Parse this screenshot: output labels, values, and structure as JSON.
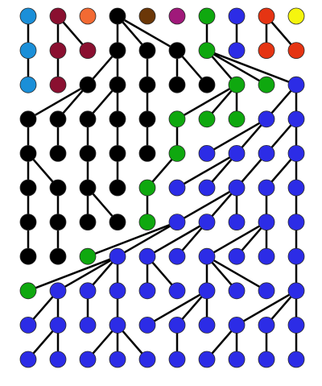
{
  "palette": {
    "lightblue": "#1b8fd8",
    "maroon": "#8a1030",
    "orange": "#f36a33",
    "black": "#000000",
    "brown": "#6b3708",
    "purple": "#a0197a",
    "green": "#0fa80f",
    "blue": "#2c2ce6",
    "red": "#e53413",
    "yellow": "#f5f50e"
  },
  "rows": [
    [
      "lightblue",
      "maroon",
      "orange",
      "black",
      "brown",
      "purple",
      "green",
      "blue",
      "red",
      "yellow"
    ],
    [
      "lightblue",
      "maroon",
      "maroon",
      "black",
      "black",
      "black",
      "green",
      "blue",
      "red",
      "red"
    ],
    [
      "lightblue",
      "maroon",
      "black",
      "black",
      "black",
      "black",
      "black",
      "green",
      "green",
      "blue"
    ],
    [
      "black",
      "black",
      "black",
      "black",
      "black",
      "green",
      "green",
      "green",
      "blue",
      "blue"
    ],
    [
      "black",
      "black",
      "black",
      "black",
      "black",
      "green",
      "blue",
      "blue",
      "blue",
      "blue"
    ],
    [
      "black",
      "black",
      "black",
      "black",
      "green",
      "blue",
      "blue",
      "blue",
      "blue",
      "blue"
    ],
    [
      "black",
      "black",
      "black",
      "black",
      "green",
      "blue",
      "blue",
      "blue",
      "blue",
      "blue"
    ],
    [
      "black",
      "black",
      "green",
      "blue",
      "blue",
      "blue",
      "blue",
      "blue",
      "blue",
      "blue"
    ],
    [
      "green",
      "blue",
      "blue",
      "blue",
      "blue",
      "blue",
      "blue",
      "blue",
      "blue",
      "blue"
    ],
    [
      "blue",
      "blue",
      "blue",
      "blue",
      "blue",
      "blue",
      "blue",
      "blue",
      "blue",
      "blue"
    ],
    [
      "blue",
      "blue",
      "blue",
      "blue",
      "blue",
      "blue",
      "blue",
      "blue",
      "blue",
      "blue"
    ]
  ],
  "edges": [
    [
      [
        0,
        0
      ],
      [
        1,
        0
      ]
    ],
    [
      [
        0,
        1
      ],
      [
        1,
        1
      ]
    ],
    [
      [
        0,
        1
      ],
      [
        1,
        2
      ]
    ],
    [
      [
        0,
        3
      ],
      [
        1,
        3
      ]
    ],
    [
      [
        0,
        3
      ],
      [
        1,
        4
      ]
    ],
    [
      [
        0,
        3
      ],
      [
        1,
        5
      ]
    ],
    [
      [
        0,
        6
      ],
      [
        1,
        6
      ]
    ],
    [
      [
        0,
        7
      ],
      [
        1,
        7
      ]
    ],
    [
      [
        0,
        8
      ],
      [
        1,
        8
      ]
    ],
    [
      [
        0,
        8
      ],
      [
        1,
        9
      ]
    ],
    [
      [
        1,
        0
      ],
      [
        2,
        0
      ]
    ],
    [
      [
        1,
        1
      ],
      [
        2,
        1
      ]
    ],
    [
      [
        1,
        3
      ],
      [
        2,
        2
      ]
    ],
    [
      [
        1,
        3
      ],
      [
        2,
        3
      ]
    ],
    [
      [
        1,
        4
      ],
      [
        2,
        4
      ]
    ],
    [
      [
        1,
        5
      ],
      [
        2,
        5
      ]
    ],
    [
      [
        1,
        5
      ],
      [
        2,
        6
      ]
    ],
    [
      [
        1,
        6
      ],
      [
        2,
        7
      ]
    ],
    [
      [
        1,
        6
      ],
      [
        2,
        8
      ]
    ],
    [
      [
        1,
        6
      ],
      [
        2,
        9
      ]
    ],
    [
      [
        2,
        2
      ],
      [
        3,
        0
      ]
    ],
    [
      [
        2,
        2
      ],
      [
        3,
        1
      ]
    ],
    [
      [
        2,
        3
      ],
      [
        3,
        2
      ]
    ],
    [
      [
        2,
        3
      ],
      [
        3,
        3
      ]
    ],
    [
      [
        2,
        4
      ],
      [
        3,
        4
      ]
    ],
    [
      [
        2,
        7
      ],
      [
        3,
        5
      ]
    ],
    [
      [
        2,
        7
      ],
      [
        3,
        6
      ]
    ],
    [
      [
        2,
        7
      ],
      [
        3,
        7
      ]
    ],
    [
      [
        2,
        9
      ],
      [
        3,
        8
      ]
    ],
    [
      [
        2,
        9
      ],
      [
        3,
        9
      ]
    ],
    [
      [
        3,
        0
      ],
      [
        4,
        0
      ]
    ],
    [
      [
        3,
        1
      ],
      [
        4,
        1
      ]
    ],
    [
      [
        3,
        2
      ],
      [
        4,
        2
      ]
    ],
    [
      [
        3,
        3
      ],
      [
        4,
        3
      ]
    ],
    [
      [
        3,
        4
      ],
      [
        4,
        4
      ]
    ],
    [
      [
        3,
        5
      ],
      [
        4,
        5
      ]
    ],
    [
      [
        3,
        8
      ],
      [
        4,
        6
      ]
    ],
    [
      [
        3,
        8
      ],
      [
        4,
        7
      ]
    ],
    [
      [
        3,
        9
      ],
      [
        4,
        8
      ]
    ],
    [
      [
        3,
        9
      ],
      [
        4,
        9
      ]
    ],
    [
      [
        4,
        0
      ],
      [
        5,
        0
      ]
    ],
    [
      [
        4,
        0
      ],
      [
        5,
        1
      ]
    ],
    [
      [
        4,
        2
      ],
      [
        5,
        2
      ]
    ],
    [
      [
        4,
        3
      ],
      [
        5,
        3
      ]
    ],
    [
      [
        4,
        5
      ],
      [
        5,
        4
      ]
    ],
    [
      [
        4,
        7
      ],
      [
        5,
        5
      ]
    ],
    [
      [
        4,
        7
      ],
      [
        5,
        6
      ]
    ],
    [
      [
        4,
        8
      ],
      [
        5,
        7
      ]
    ],
    [
      [
        4,
        9
      ],
      [
        5,
        8
      ]
    ],
    [
      [
        4,
        9
      ],
      [
        5,
        9
      ]
    ],
    [
      [
        5,
        0
      ],
      [
        6,
        0
      ]
    ],
    [
      [
        5,
        1
      ],
      [
        6,
        1
      ]
    ],
    [
      [
        5,
        2
      ],
      [
        6,
        2
      ]
    ],
    [
      [
        5,
        2
      ],
      [
        6,
        3
      ]
    ],
    [
      [
        5,
        4
      ],
      [
        6,
        4
      ]
    ],
    [
      [
        5,
        7
      ],
      [
        6,
        5
      ]
    ],
    [
      [
        5,
        7
      ],
      [
        6,
        6
      ]
    ],
    [
      [
        5,
        7
      ],
      [
        6,
        7
      ]
    ],
    [
      [
        5,
        8
      ],
      [
        6,
        8
      ]
    ],
    [
      [
        5,
        9
      ],
      [
        6,
        9
      ]
    ],
    [
      [
        6,
        0
      ],
      [
        7,
        0
      ]
    ],
    [
      [
        6,
        1
      ],
      [
        7,
        1
      ]
    ],
    [
      [
        6,
        5
      ],
      [
        7,
        2
      ]
    ],
    [
      [
        6,
        5
      ],
      [
        7,
        3
      ]
    ],
    [
      [
        6,
        6
      ],
      [
        7,
        4
      ]
    ],
    [
      [
        6,
        6
      ],
      [
        7,
        5
      ]
    ],
    [
      [
        6,
        8
      ],
      [
        7,
        6
      ]
    ],
    [
      [
        6,
        8
      ],
      [
        7,
        7
      ]
    ],
    [
      [
        6,
        8
      ],
      [
        7,
        8
      ]
    ],
    [
      [
        6,
        9
      ],
      [
        7,
        9
      ]
    ],
    [
      [
        7,
        3
      ],
      [
        8,
        0
      ]
    ],
    [
      [
        7,
        3
      ],
      [
        8,
        1
      ]
    ],
    [
      [
        7,
        3
      ],
      [
        8,
        2
      ]
    ],
    [
      [
        7,
        3
      ],
      [
        8,
        3
      ]
    ],
    [
      [
        7,
        4
      ],
      [
        8,
        4
      ]
    ],
    [
      [
        7,
        4
      ],
      [
        8,
        5
      ]
    ],
    [
      [
        7,
        6
      ],
      [
        8,
        6
      ]
    ],
    [
      [
        7,
        6
      ],
      [
        8,
        7
      ]
    ],
    [
      [
        7,
        6
      ],
      [
        8,
        8
      ]
    ],
    [
      [
        7,
        9
      ],
      [
        8,
        9
      ]
    ],
    [
      [
        8,
        1
      ],
      [
        9,
        0
      ]
    ],
    [
      [
        8,
        1
      ],
      [
        9,
        1
      ]
    ],
    [
      [
        8,
        2
      ],
      [
        9,
        2
      ]
    ],
    [
      [
        8,
        3
      ],
      [
        9,
        3
      ]
    ],
    [
      [
        8,
        6
      ],
      [
        9,
        4
      ]
    ],
    [
      [
        8,
        6
      ],
      [
        9,
        5
      ]
    ],
    [
      [
        8,
        6
      ],
      [
        9,
        6
      ]
    ],
    [
      [
        8,
        9
      ],
      [
        9,
        7
      ]
    ],
    [
      [
        8,
        9
      ],
      [
        9,
        8
      ]
    ],
    [
      [
        8,
        9
      ],
      [
        9,
        9
      ]
    ],
    [
      [
        9,
        1
      ],
      [
        10,
        0
      ]
    ],
    [
      [
        9,
        1
      ],
      [
        10,
        1
      ]
    ],
    [
      [
        9,
        3
      ],
      [
        10,
        2
      ]
    ],
    [
      [
        9,
        3
      ],
      [
        10,
        3
      ]
    ],
    [
      [
        9,
        3
      ],
      [
        10,
        4
      ]
    ],
    [
      [
        9,
        5
      ],
      [
        10,
        5
      ]
    ],
    [
      [
        9,
        7
      ],
      [
        10,
        6
      ]
    ],
    [
      [
        9,
        7
      ],
      [
        10,
        7
      ]
    ],
    [
      [
        9,
        8
      ],
      [
        10,
        8
      ]
    ],
    [
      [
        9,
        9
      ],
      [
        10,
        9
      ]
    ]
  ]
}
